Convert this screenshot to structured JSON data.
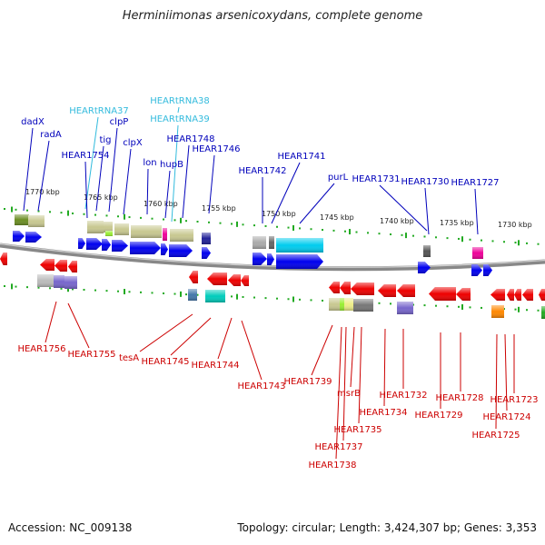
{
  "title": "Herminiimonas arsenicoxydans, complete genome",
  "footer": {
    "accession": "Accession: NC_009138",
    "topology": "Topology: circular; Length: 3,424,307 bp; Genes: 3,353"
  },
  "colors": {
    "forward_label": "#0000bb",
    "trna_label": "#33bbdd",
    "reverse_label": "#cc0000",
    "backbone": "#888888",
    "tick": "#22aa22"
  },
  "scale_labels": [
    "1770 kbp",
    "1765 kbp",
    "1760 kbp",
    "1755 kbp",
    "1750 kbp",
    "1745 kbp",
    "1740 kbp",
    "1735 kbp",
    "1730 kbp"
  ],
  "forward_labels": [
    "dadX",
    "radA",
    "HEARtRNA37",
    "tig",
    "clpP",
    "HEAR1754",
    "clpX",
    "lon",
    "hupB",
    "HEARtRNA38",
    "HEARtRNA39",
    "HEAR1748",
    "HEAR1746",
    "HEAR1742",
    "HEAR1741",
    "purL",
    "HEAR1731",
    "HEAR1730",
    "HEAR1727"
  ],
  "reverse_labels": [
    "HEAR1756",
    "HEAR1755",
    "tesA",
    "HEAR1745",
    "HEAR1744",
    "HEAR1743",
    "HEAR1739",
    "msrB",
    "HEAR1732",
    "HEAR1734",
    "HEAR1735",
    "HEAR1737",
    "HEAR1738",
    "HEAR1728",
    "HEAR1729",
    "HEAR1723",
    "HEAR1724",
    "HEAR1725"
  ]
}
